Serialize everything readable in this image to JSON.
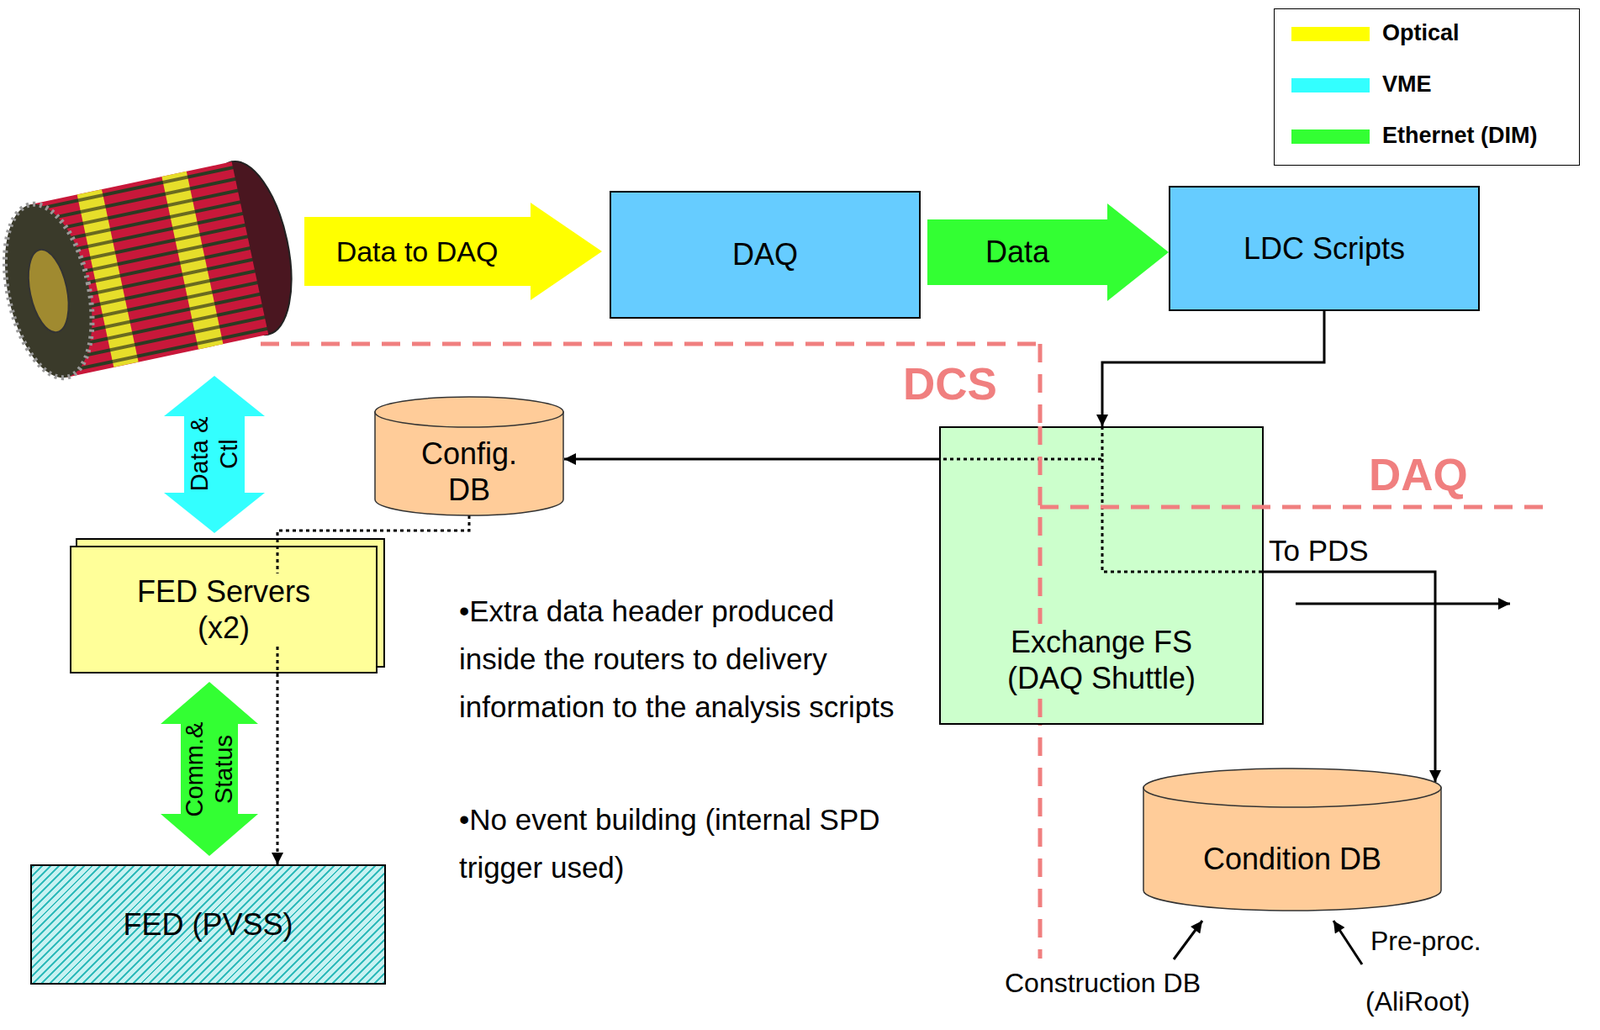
{
  "diagram": {
    "nodes": [
      {
        "text": [
          "DAQ"
        ]
      },
      {
        "text": [
          "LDC Scripts"
        ]
      },
      {
        "text": [
          "Config. DB"
        ]
      },
      {
        "text": [
          "Exchange FS (DAQ Shuttle)"
        ]
      },
      {
        "text": [
          "FED Servers (x2)"
        ]
      },
      {
        "text": [
          "Condition DB"
        ]
      },
      {
        "text": [
          "FED (PVSS)"
        ]
      }
    ],
    "edges": [
      {
        "from": 0,
        "to": 1,
        "arrow": "to",
        "label": "Data"
      },
      {
        "from": 1,
        "to": 3,
        "arrow": "to"
      },
      {
        "from": 3,
        "to": 2,
        "arrow": "to"
      },
      {
        "from": 2,
        "to": 6,
        "arrow": "to"
      },
      {
        "from": 4,
        "to": 6,
        "arrow": "both",
        "label": "Comm.& Status"
      },
      {
        "from": 3,
        "to": 5,
        "arrow": "to"
      }
    ],
    "labels": [
      "Data to DAQ",
      "DCS",
      "Data & Ctl",
      "DAQ",
      "To PDS",
      "•Extra data header produced inside the routers to delivery information to the analysis scripts",
      "•No event building (internal SPD trigger used)",
      "Construction DB",
      "Pre-proc.",
      "(AliRoot)"
    ],
    "legend": [
      {
        "text": "Optical",
        "color": "#ffff00"
      },
      {
        "text": "VME",
        "color": "#33ffff"
      },
      {
        "text": "Ethernet (DIM)",
        "color": "#33ff33"
      }
    ]
  }
}
